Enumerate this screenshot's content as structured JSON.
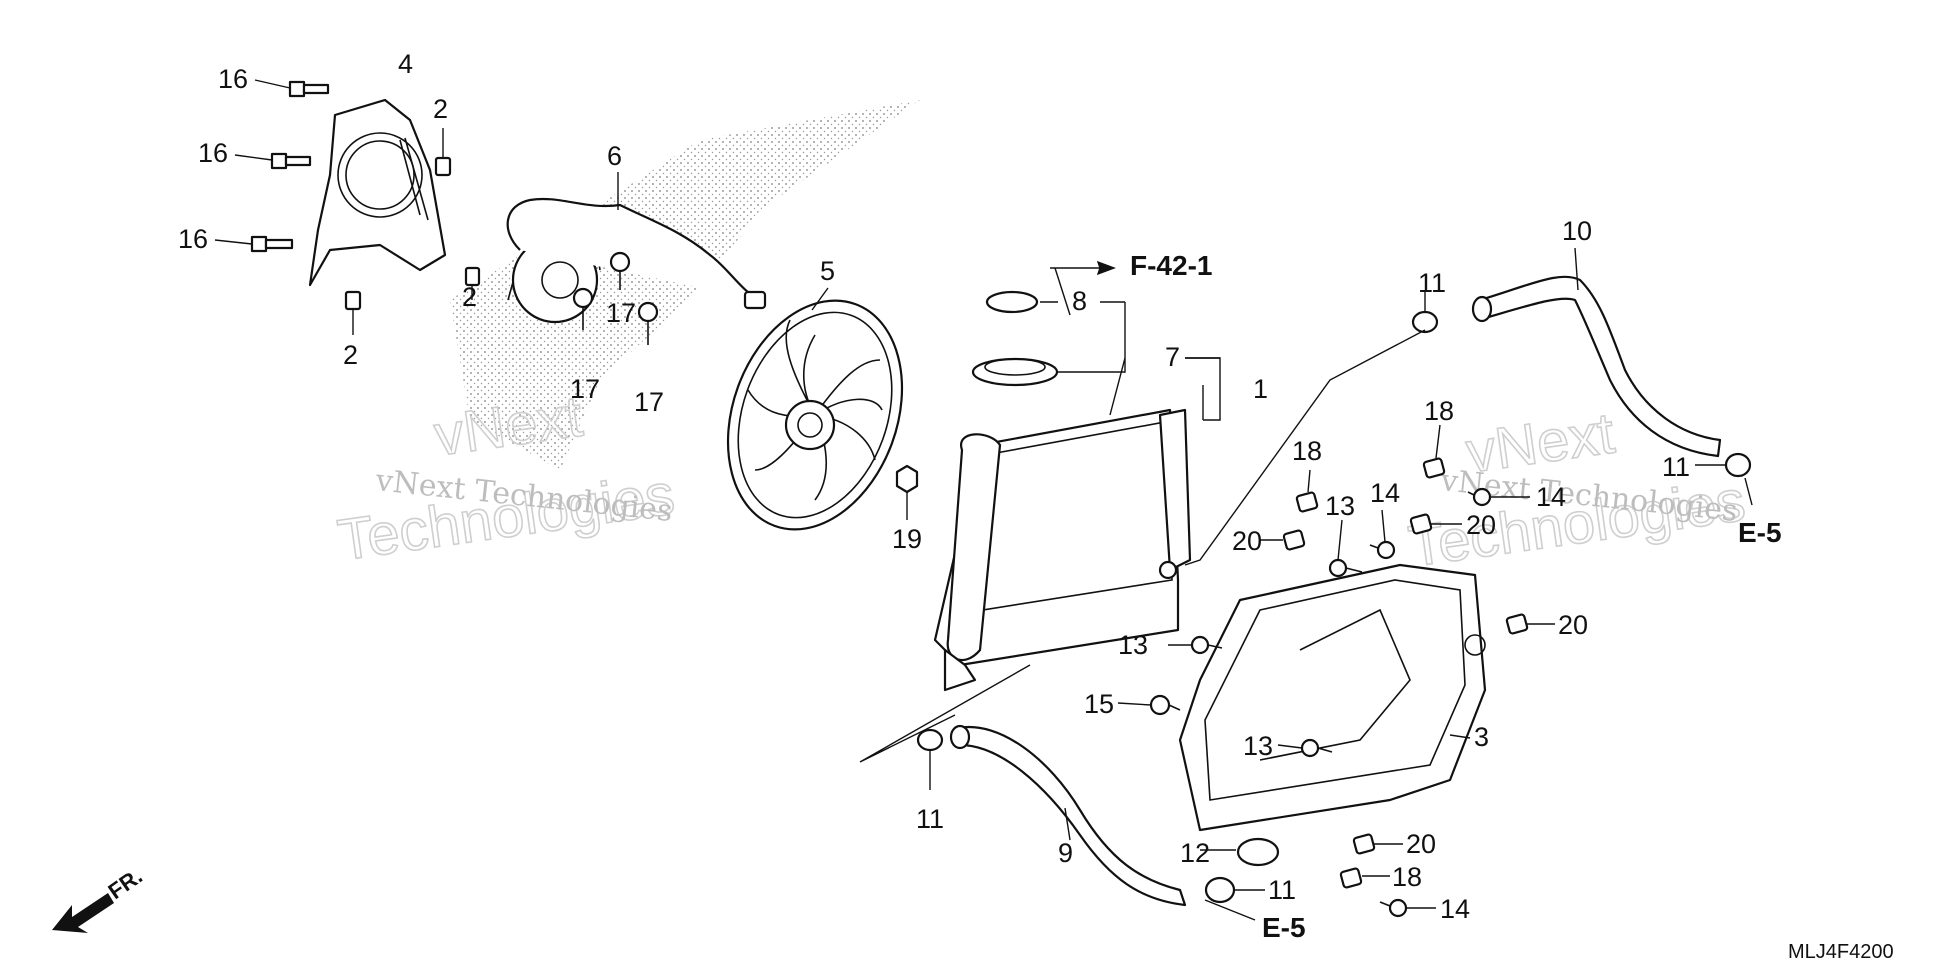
{
  "diagram": {
    "part_callouts": {
      "p1": "1",
      "p2a": "2",
      "p2b": "2",
      "p2c": "2",
      "p3": "3",
      "p4": "4",
      "p5": "5",
      "p6": "6",
      "p7": "7",
      "p8": "8",
      "p9": "9",
      "p10": "10",
      "p11a": "11",
      "p11b": "11",
      "p11c": "11",
      "p11d": "11",
      "p12": "12",
      "p13a": "13",
      "p13b": "13",
      "p13c": "13",
      "p14a": "14",
      "p14b": "14",
      "p14c": "14",
      "p15": "15",
      "p16a": "16",
      "p16b": "16",
      "p16c": "16",
      "p17a": "17",
      "p17b": "17",
      "p17c": "17",
      "p18a": "18",
      "p18b": "18",
      "p18c": "18",
      "p19": "19",
      "p20a": "20",
      "p20b": "20",
      "p20c": "20",
      "p20d": "20"
    },
    "section_refs": {
      "f42": "F-42-1",
      "e5_right": "E-5",
      "e5_bottom": "E-5"
    },
    "front_marker": "FR.",
    "diagram_code": "MLJ4F4200",
    "watermarks": {
      "small_left": "vNext Technologies",
      "large_left_1": "vNext",
      "large_left_2": "Technologies",
      "small_right": "vNext Technologies",
      "large_right_1": "vNext",
      "large_right_2": "Technologies"
    },
    "icon_names": [
      "front-arrow-icon",
      "radiator",
      "cooling-fan",
      "fan-motor",
      "radiator-shroud",
      "water-hose",
      "hose-clamp",
      "radiator-cap"
    ]
  }
}
